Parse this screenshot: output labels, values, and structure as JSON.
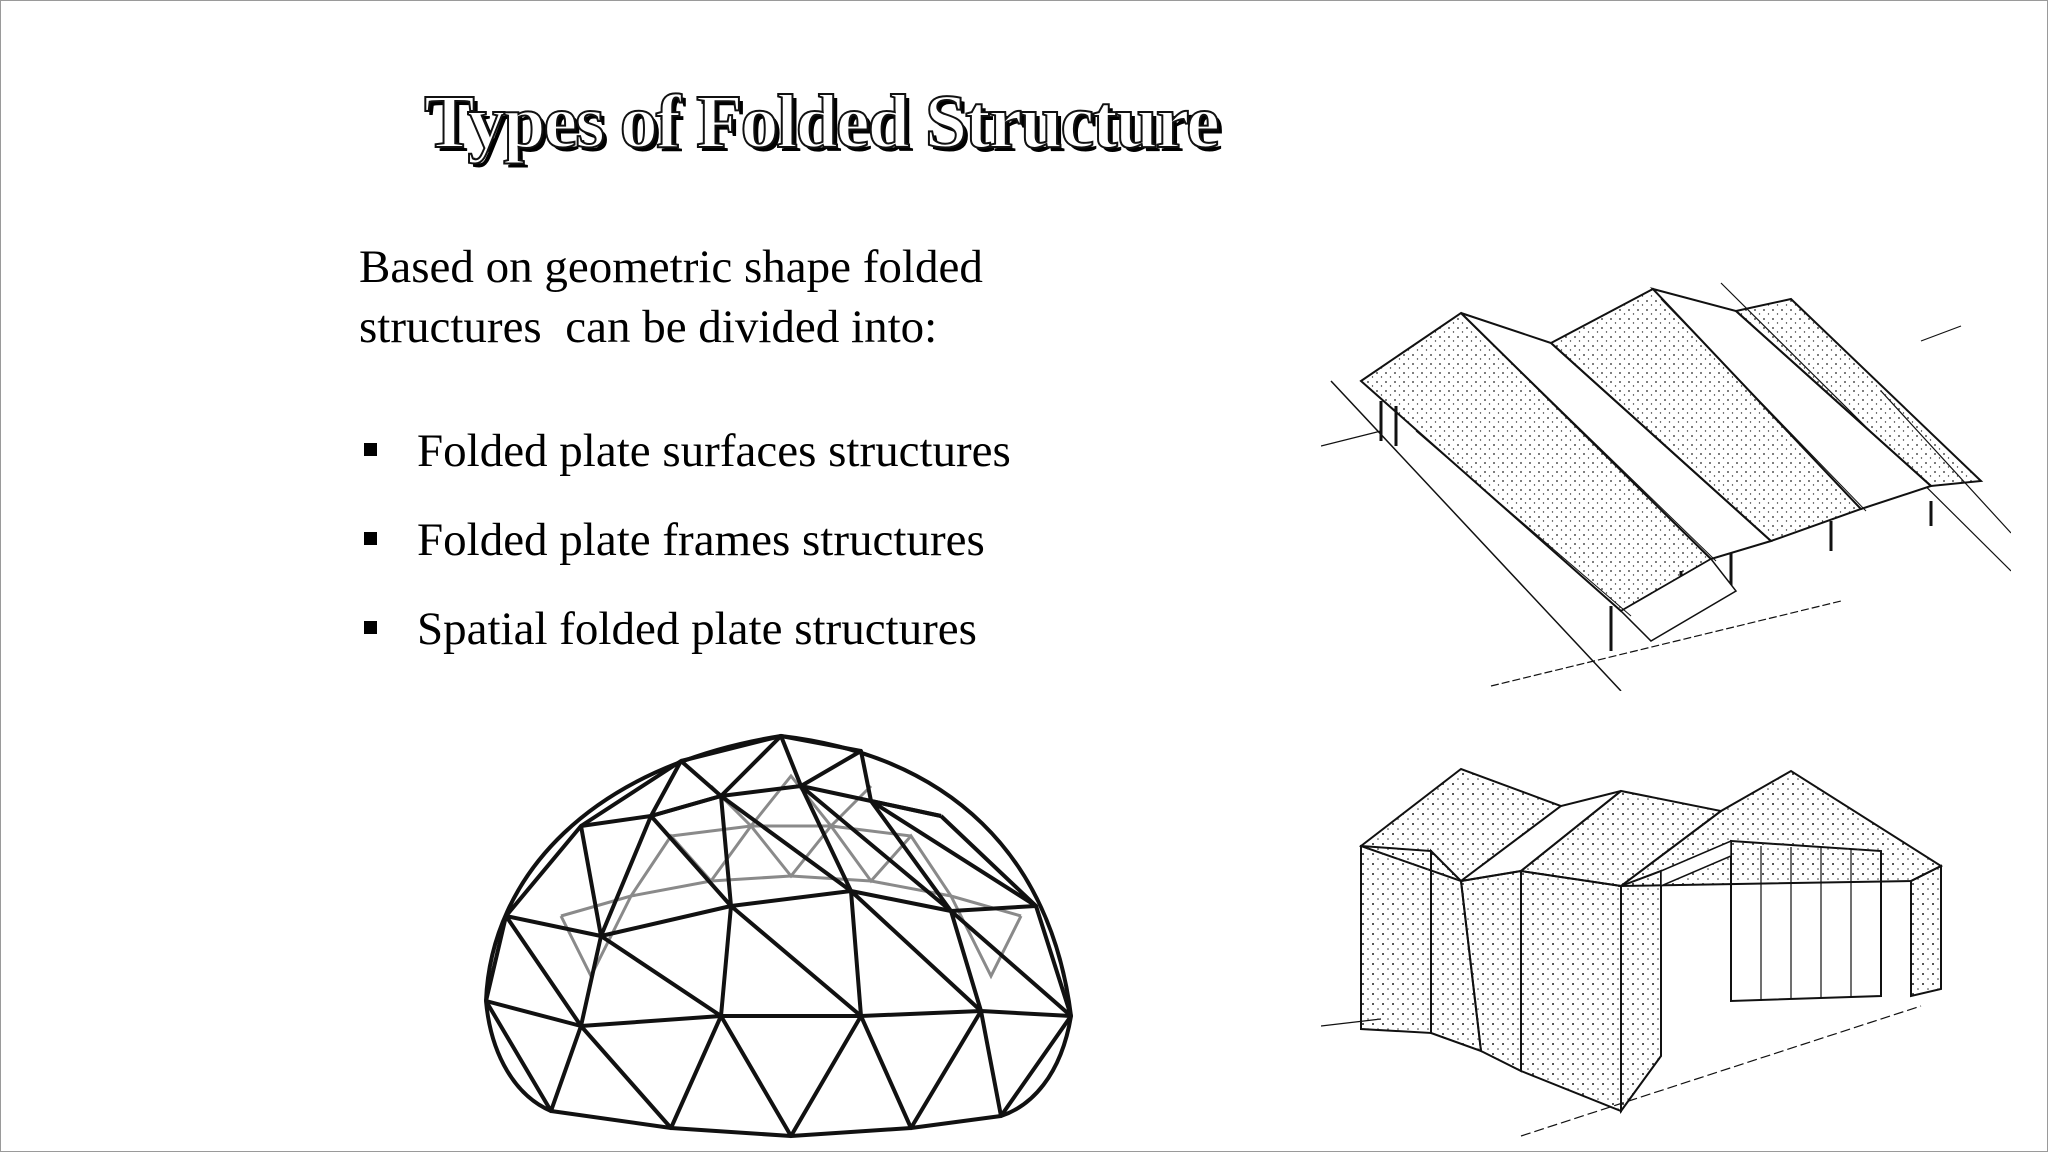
{
  "slide": {
    "title": "Types of Folded Structure",
    "intro_line1": "Based on geometric shape folded",
    "intro_line2": "structures  can be divided into:",
    "bullets": [
      "Folded plate surfaces structures",
      "Folded plate frames structures",
      "Spatial folded plate structures"
    ]
  },
  "illustrations": {
    "roof": "folded-plate-roof-illustration",
    "frame": "folded-plate-frame-illustration",
    "dome": "geodesic-dome-illustration"
  }
}
